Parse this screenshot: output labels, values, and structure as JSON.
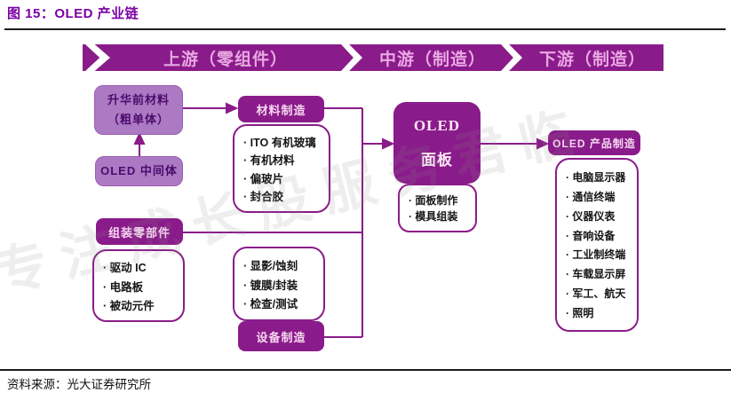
{
  "figure": {
    "title": "图 15：OLED 产业链",
    "source": "资料来源：光大证券研究所",
    "watermark": "专注成长股服务君临"
  },
  "banner": {
    "segments": [
      "上游（零组件）",
      "中游（制造）",
      "下游（制造）"
    ]
  },
  "upstream": {
    "sublimation_box": {
      "line1": "升华前材料",
      "line2": "（粗单体）"
    },
    "intermediate_box": {
      "label": "OLED 中间体"
    },
    "material_mfg": {
      "header": "材料制造",
      "items": [
        "· ITO 有机玻璃",
        "· 有机材料",
        "· 偏玻片",
        "· 封合胶"
      ]
    },
    "assembly": {
      "header": "组装零部件",
      "items": [
        "· 驱动 IC",
        "· 电路板",
        "· 被动元件"
      ]
    },
    "equipment": {
      "header": "设备制造",
      "items": [
        "· 显影/蚀刻",
        "· 镀膜/封装",
        "· 检查/测试"
      ]
    }
  },
  "midstream": {
    "panel_box": {
      "line1": "OLED",
      "line2": "面板"
    },
    "panel_items": [
      "· 面板制作",
      "· 模具组装"
    ]
  },
  "downstream": {
    "products": {
      "header": "OLED 产品制造",
      "items": [
        "· 电脑显示器",
        "· 通信终端",
        "· 仪器仪表",
        "· 音响设备",
        "· 工业制终端",
        "· 车载显示屏",
        "· 军工、航天",
        "· 照明"
      ]
    }
  },
  "colors": {
    "accent_dark": "#8a1b8a",
    "accent_light": "#ac7ac2",
    "title_purple": "#7a00a5",
    "banner_text": "#e9a8e3"
  }
}
